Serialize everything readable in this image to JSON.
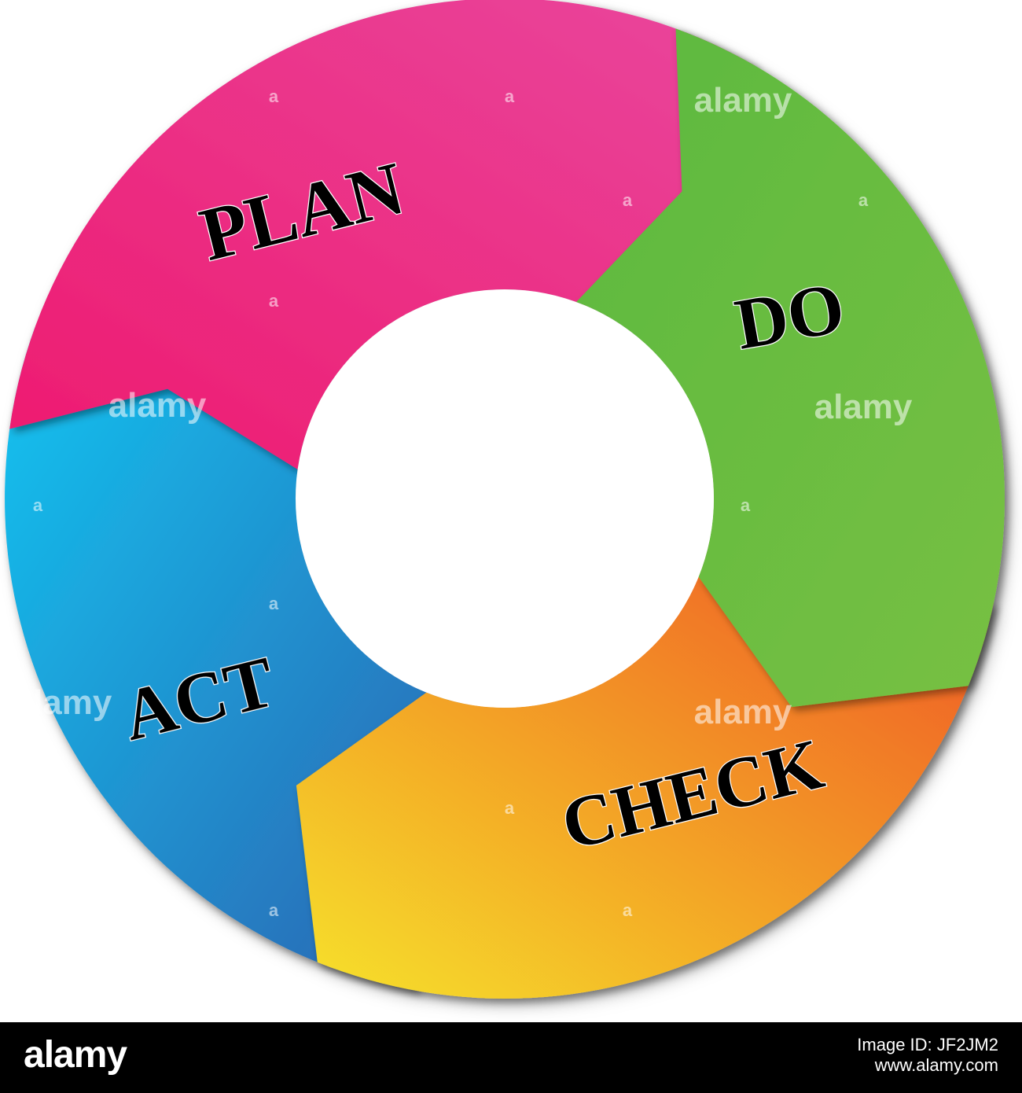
{
  "diagram": {
    "segments": [
      {
        "label": "PLAN",
        "color_start": "#ee1a6f",
        "color_end": "#e9479d"
      },
      {
        "label": "DO",
        "color_start": "#5cb93f",
        "color_end": "#77c043"
      },
      {
        "label": "CHECK",
        "color_start": "#f6e32a",
        "color_end": "#ef4f24"
      },
      {
        "label": "ACT",
        "color_start": "#12c6f2",
        "color_end": "#2e5fae"
      }
    ]
  },
  "watermark": {
    "text": "alamy",
    "letter": "a"
  },
  "footer": {
    "logo": "alamy",
    "image_id": "Image ID: JF2JM2",
    "site": "www.alamy.com"
  }
}
